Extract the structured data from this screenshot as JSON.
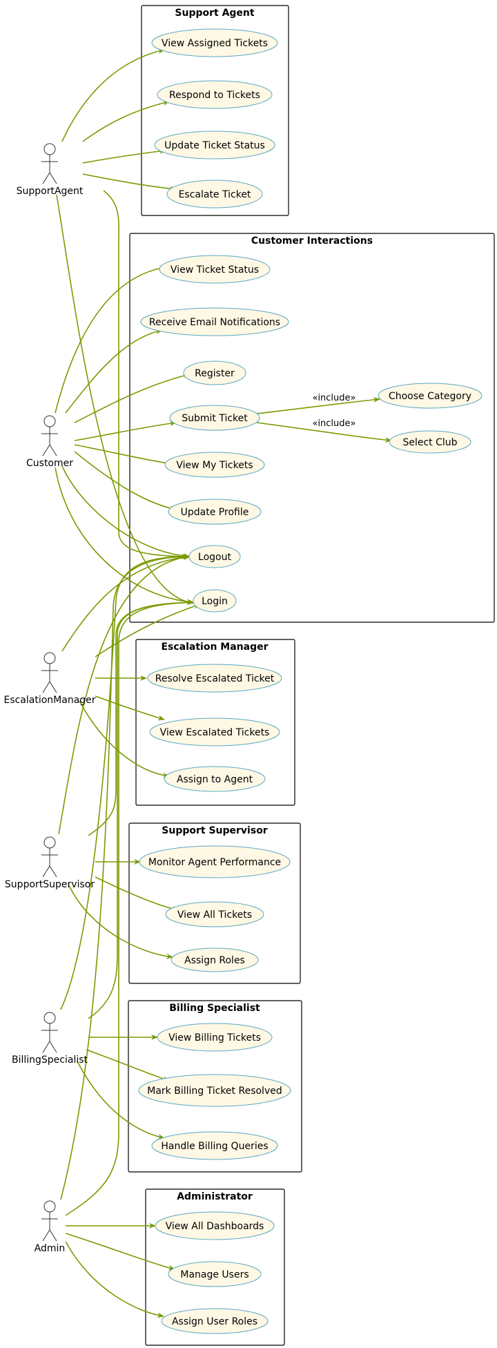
{
  "packages": {
    "support_agent": {
      "title": "Support Agent"
    },
    "customer_interactions": {
      "title": "Customer Interactions"
    },
    "escalation_manager": {
      "title": "Escalation Manager"
    },
    "support_supervisor": {
      "title": "Support Supervisor"
    },
    "billing_specialist": {
      "title": "Billing Specialist"
    },
    "administrator": {
      "title": "Administrator"
    }
  },
  "actors": {
    "support_agent": "SupportAgent",
    "customer": "Customer",
    "escalation_manager": "EscalationManager",
    "support_supervisor": "SupportSupervisor",
    "billing_specialist": "BillingSpecialist",
    "admin": "Admin"
  },
  "use_cases": {
    "view_assigned_tickets": "View Assigned Tickets",
    "respond_to_tickets": "Respond to Tickets",
    "update_ticket_status": "Update Ticket Status",
    "escalate_ticket": "Escalate Ticket",
    "view_ticket_status": "View Ticket Status",
    "receive_email_notifications": "Receive Email Notifications",
    "register": "Register",
    "submit_ticket": "Submit Ticket",
    "choose_category": "Choose Category",
    "select_club": "Select Club",
    "view_my_tickets": "View My Tickets",
    "update_profile": "Update Profile",
    "logout": "Logout",
    "login": "Login",
    "resolve_escalated_ticket": "Resolve Escalated Ticket",
    "view_escalated_tickets": "View Escalated Tickets",
    "assign_to_agent": "Assign to Agent",
    "monitor_agent_performance": "Monitor Agent Performance",
    "view_all_tickets": "View All Tickets",
    "assign_roles": "Assign Roles",
    "view_billing_tickets": "View Billing Tickets",
    "mark_billing_ticket_resolved": "Mark Billing Ticket Resolved",
    "handle_billing_queries": "Handle Billing Queries",
    "view_all_dashboards": "View All Dashboards",
    "manage_users": "Manage Users",
    "assign_user_roles": "Assign User Roles"
  },
  "relations": {
    "include_1": "«include»",
    "include_2": "«include»"
  },
  "colors": {
    "edge": "#7A9A01",
    "usecase_fill": "#FEF8E4",
    "usecase_border": "#5BA7C4"
  }
}
